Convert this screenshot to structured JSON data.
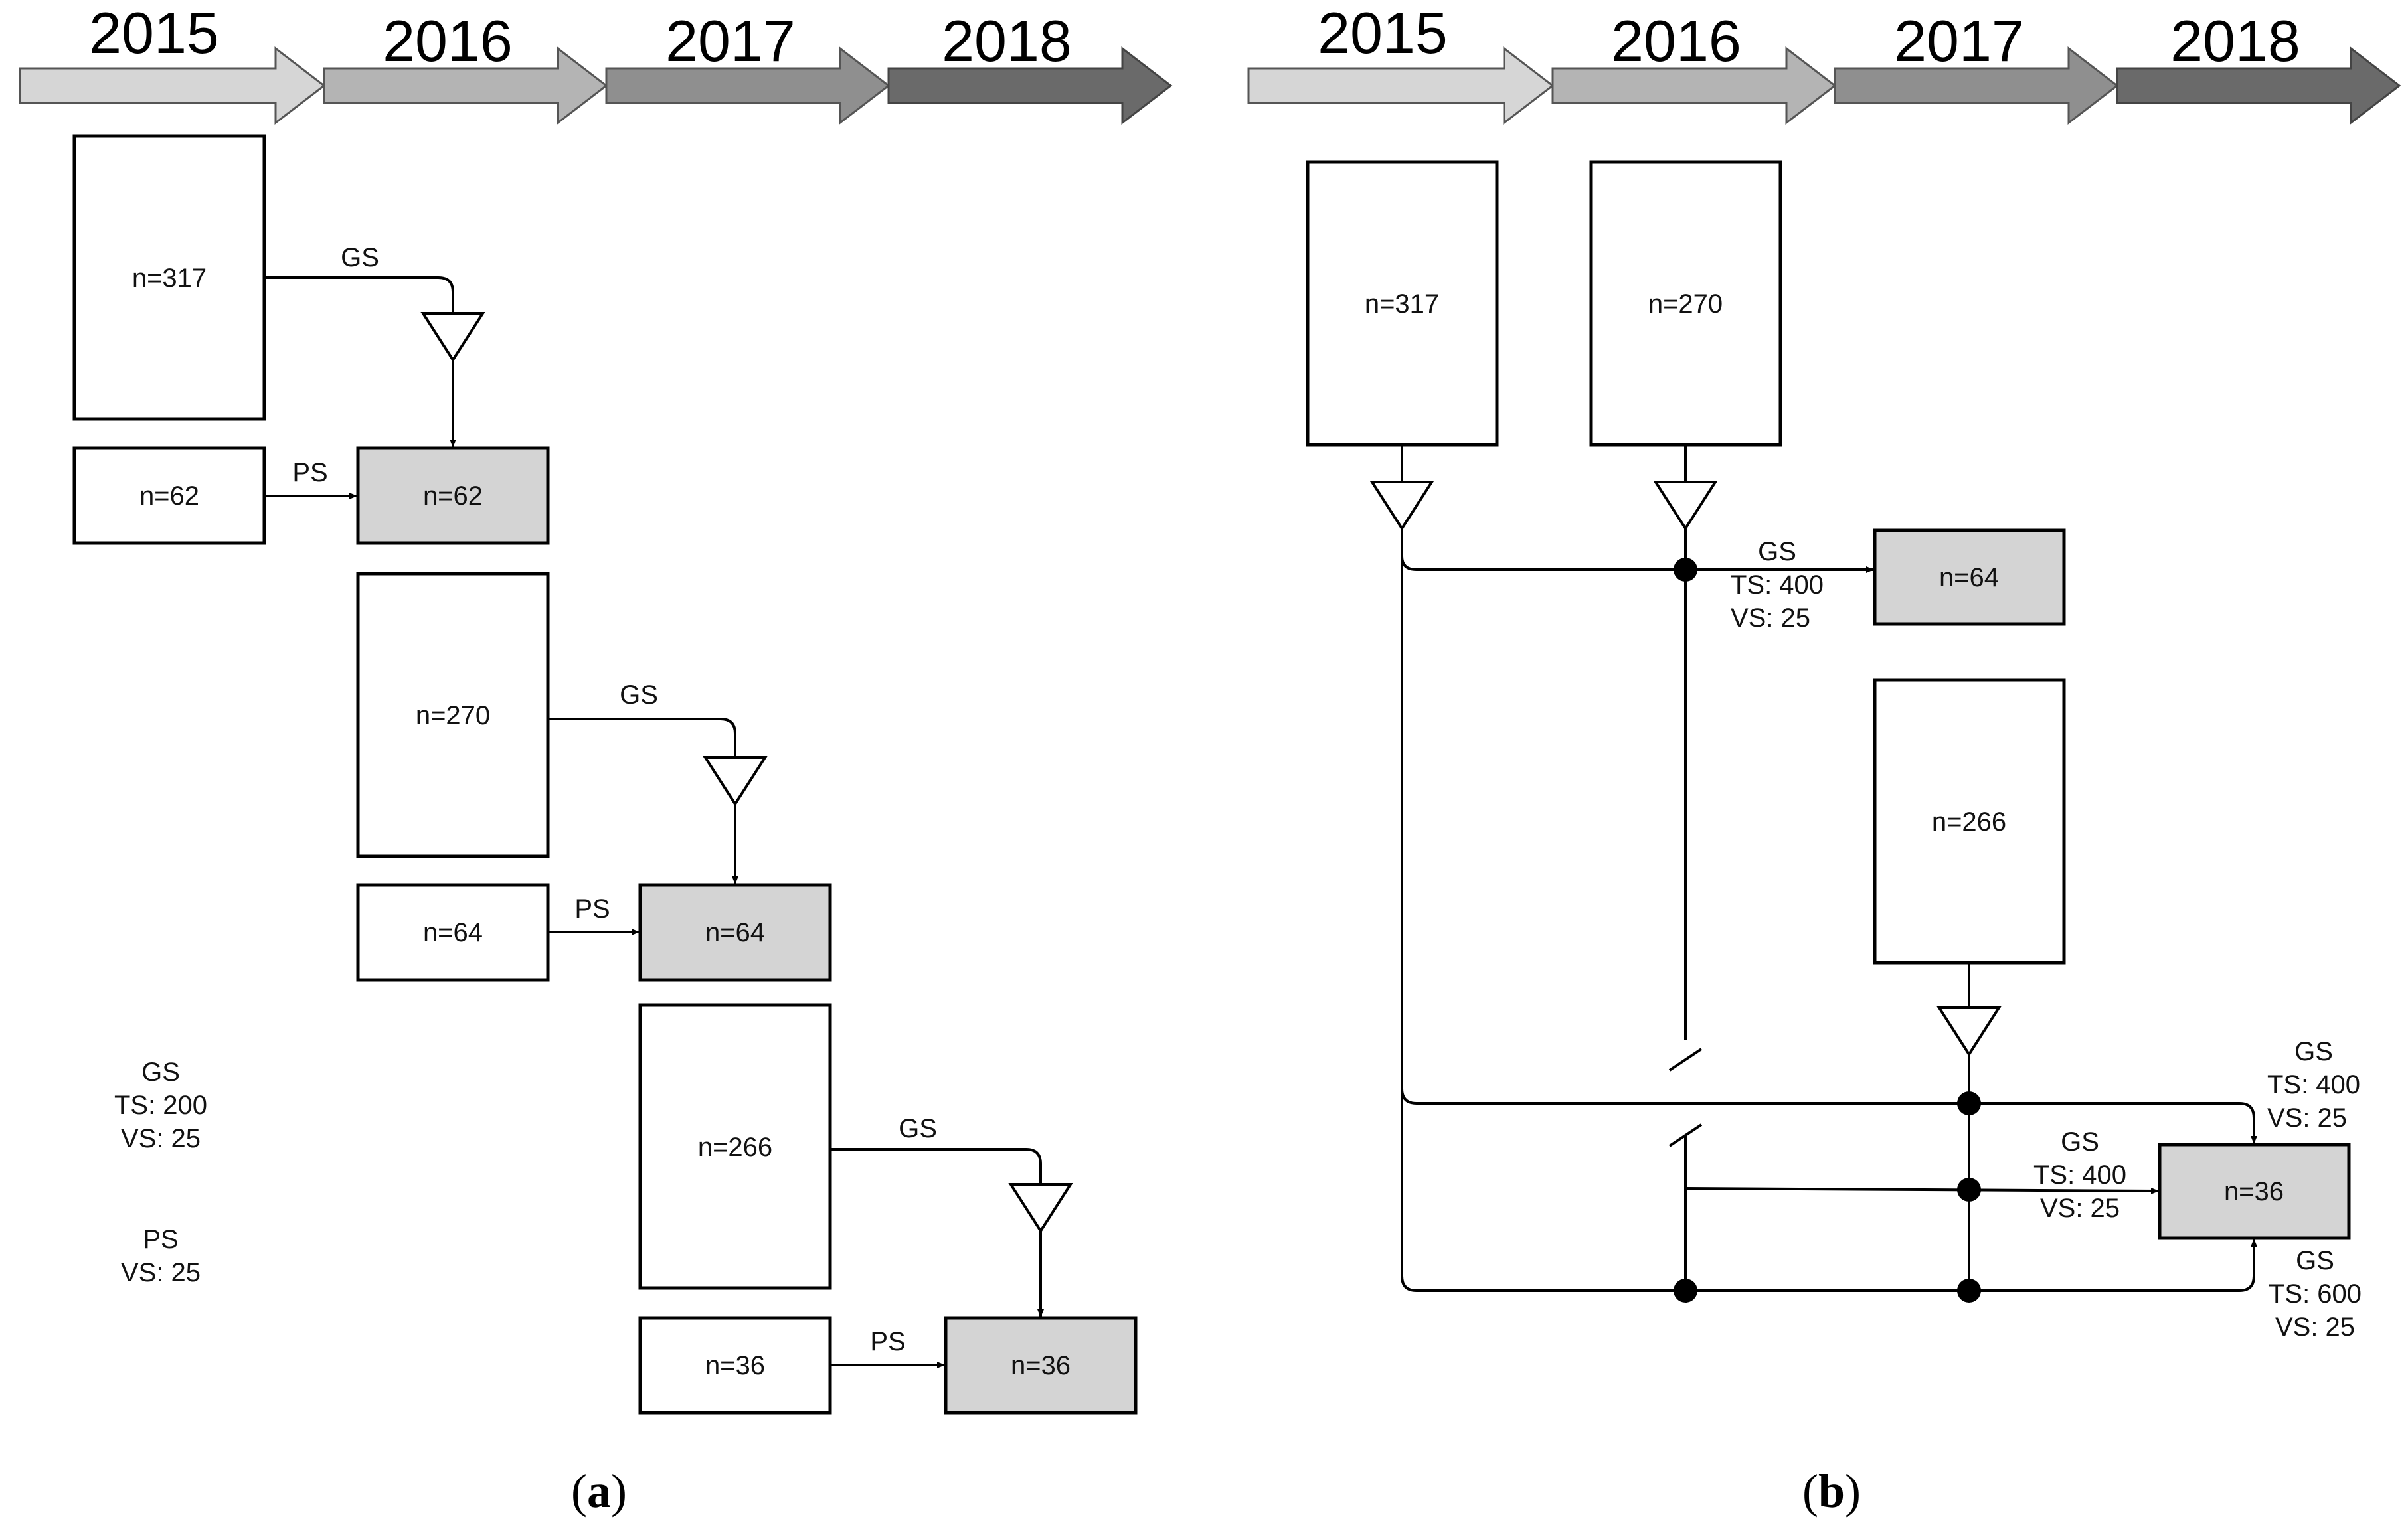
{
  "timeline_years": [
    "2015",
    "2016",
    "2017",
    "2018"
  ],
  "timeline_colors": [
    "#d6d6d6",
    "#b4b4b4",
    "#8f8f8f",
    "#6a6a6a"
  ],
  "box_fill_white": "#ffffff",
  "box_fill_selected": "#d4d4d4",
  "panel_a": {
    "caption_letter": "a",
    "boxes": [
      "n=317",
      "n=62",
      "n=62",
      "n=270",
      "n=64",
      "n=64",
      "n=266",
      "n=36",
      "n=36"
    ],
    "edge_labels": [
      "GS",
      "PS",
      "GS",
      "PS",
      "GS",
      "PS"
    ],
    "legend": [
      "GS",
      "TS: 200",
      "VS: 25",
      "PS",
      "VS: 25"
    ]
  },
  "panel_b": {
    "caption_letter": "b",
    "boxes": [
      "n=317",
      "n=270",
      "n=64",
      "n=266",
      "n=36"
    ],
    "edge_label_groups": [
      [
        "GS",
        "TS: 400",
        "VS: 25"
      ],
      [
        "GS",
        "TS: 400",
        "VS: 25"
      ],
      [
        "GS",
        "TS: 400",
        "VS: 25"
      ],
      [
        "GS",
        "TS: 600",
        "VS: 25"
      ]
    ]
  }
}
